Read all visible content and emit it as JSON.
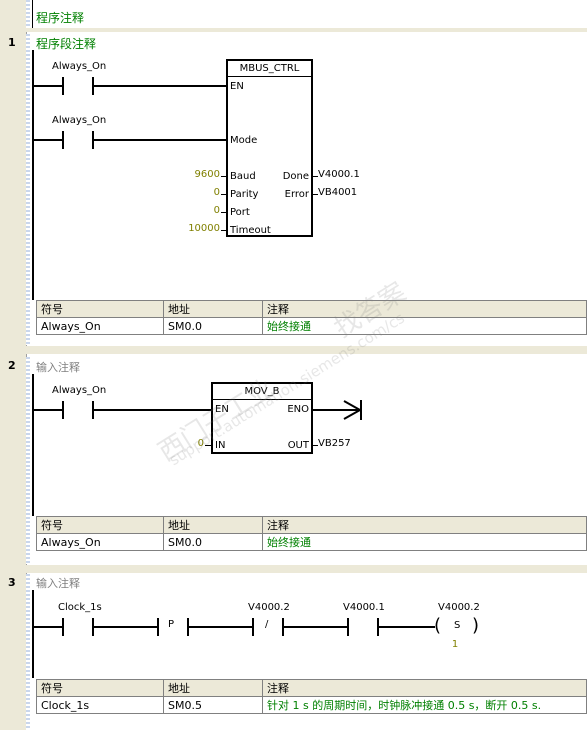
{
  "program_comment": "程序注释",
  "networks": [
    {
      "number": "1",
      "comment": "程序段注释",
      "contacts": [
        "Always_On",
        "Always_On"
      ],
      "block": {
        "title": "MBUS_CTRL",
        "inputs": [
          "EN",
          "Mode",
          "Baud",
          "Parity",
          "Port",
          "Timeout"
        ],
        "outputs": [
          "Done",
          "Error"
        ],
        "input_values": [
          "9600",
          "0",
          "0",
          "10000"
        ],
        "output_values": [
          "V4000.1",
          "VB4001"
        ]
      },
      "symbol_table": {
        "headers": [
          "符号",
          "地址",
          "注释"
        ],
        "rows": [
          [
            "Always_On",
            "SM0.0",
            "始终接通"
          ]
        ]
      }
    },
    {
      "number": "2",
      "comment": "输入注释",
      "contacts": [
        "Always_On"
      ],
      "block": {
        "title": "MOV_B",
        "inputs": [
          "EN",
          "IN"
        ],
        "outputs": [
          "ENO",
          "OUT"
        ],
        "input_values": [
          "0"
        ],
        "output_values": [
          "VB257"
        ]
      },
      "symbol_table": {
        "headers": [
          "符号",
          "地址",
          "注释"
        ],
        "rows": [
          [
            "Always_On",
            "SM0.0",
            "始终接通"
          ]
        ]
      }
    },
    {
      "number": "3",
      "comment": "输入注释",
      "contacts": [
        "Clock_1s",
        "V4000.2",
        "V4000.1"
      ],
      "p_label": "P",
      "not_label": "/",
      "coil": {
        "address": "V4000.2",
        "type": "S",
        "count": "1"
      },
      "symbol_table": {
        "headers": [
          "符号",
          "地址",
          "注释"
        ],
        "rows": [
          [
            "Clock_1s",
            "SM0.5",
            "针对 1 s 的周期时间，时钟脉冲接通 0.5 s，断开 0.5 s."
          ]
        ]
      }
    }
  ],
  "watermark": [
    "西门子工业",
    "找答案",
    "support.automation.siemens.com/cs"
  ],
  "colors": {
    "comment": "#008000",
    "value": "#808000",
    "rail": "#ece9d8"
  }
}
